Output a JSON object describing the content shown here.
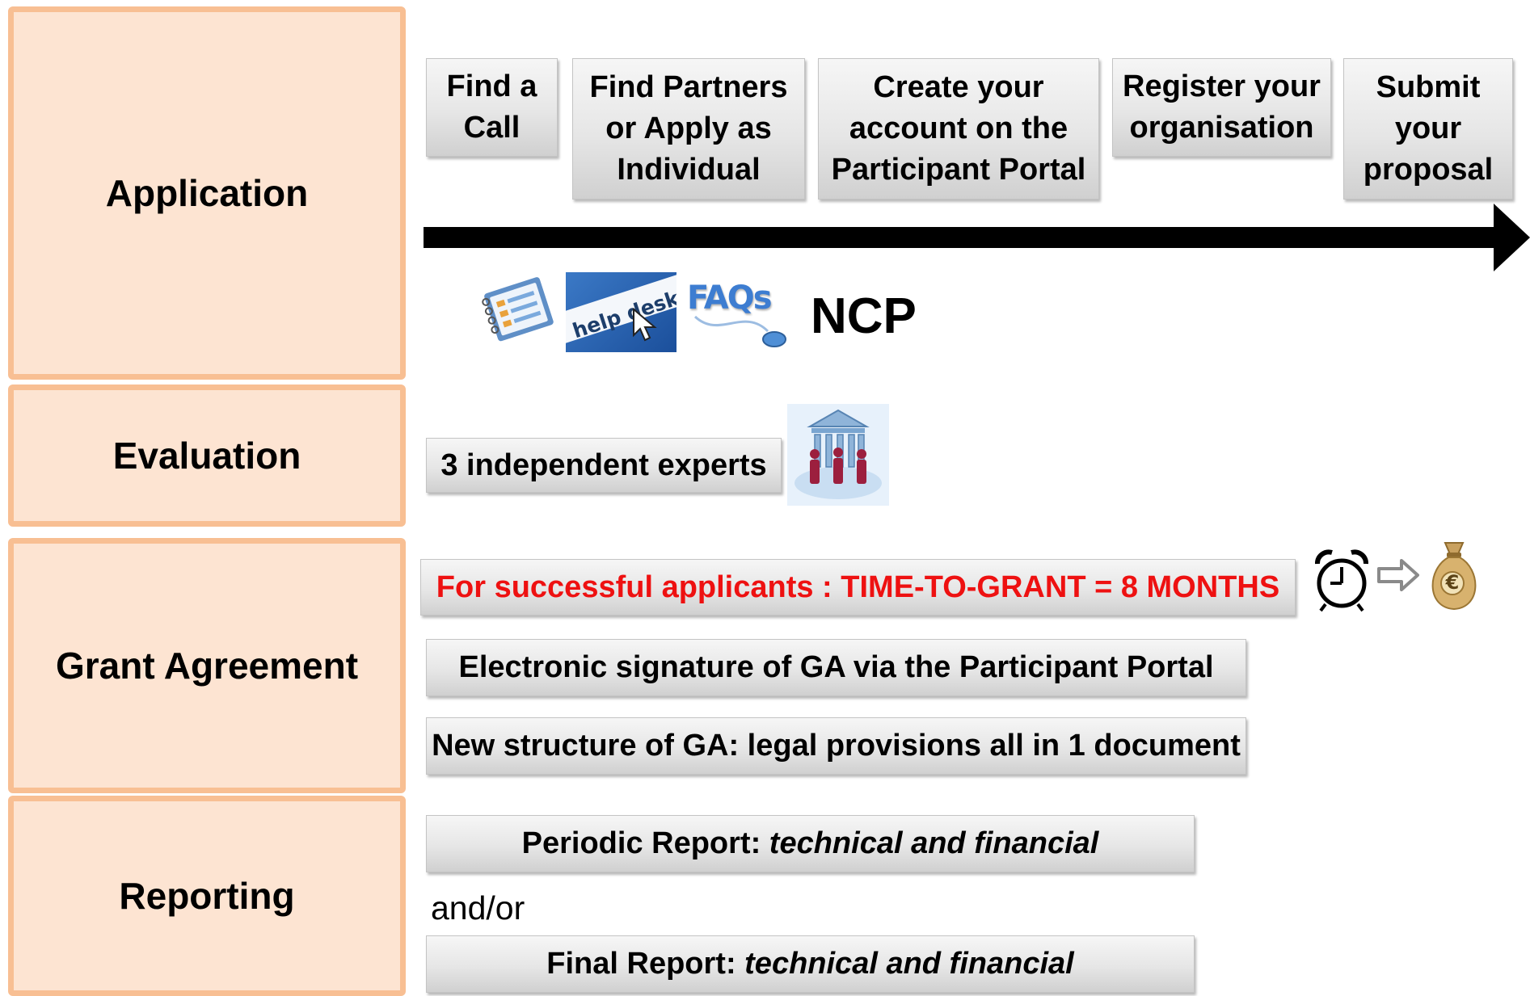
{
  "phases": {
    "application": "Application",
    "evaluation": "Evaluation",
    "grant_agreement": "Grant Agreement",
    "reporting": "Reporting"
  },
  "application_steps": [
    "Find a Call",
    "Find Partners or Apply as Individual",
    "Create your account on the Participant Portal",
    "Register your organisation",
    "Submit your proposal"
  ],
  "support": {
    "helpdesk_image_text": "help desk",
    "faq_image_text": "FAQs",
    "ncp_label": "NCP"
  },
  "evaluation": {
    "experts_label": "3 independent experts"
  },
  "grant_agreement": {
    "time_to_grant": "For successful applicants : TIME-TO-GRANT = 8 MONTHS",
    "e_signature": "Electronic signature of GA via the Participant Portal",
    "new_structure": "New structure of GA: legal provisions all in 1 document",
    "euro_symbol": "€"
  },
  "reporting": {
    "periodic_prefix": "Periodic Report: ",
    "periodic_italic": "technical and financial",
    "connector": "and/or",
    "final_prefix": "Final Report: ",
    "final_italic": "technical and financial"
  },
  "colors": {
    "phase_fill": "#fde4d2",
    "phase_border": "#f8bf93",
    "highlight_text": "#ee1111",
    "arrow": "#000000"
  }
}
